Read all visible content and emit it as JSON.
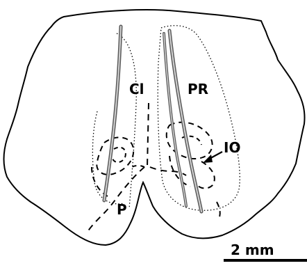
{
  "labels": {
    "cl": "Cl",
    "pr": "PR",
    "io": "IO",
    "p": "P"
  },
  "scale_bar": {
    "label": "2 mm"
  },
  "colors": {
    "outline": "#000000",
    "track_outer": "#5a5a5a",
    "track_inner": "#d2d2d2",
    "background": "#ffffff"
  }
}
